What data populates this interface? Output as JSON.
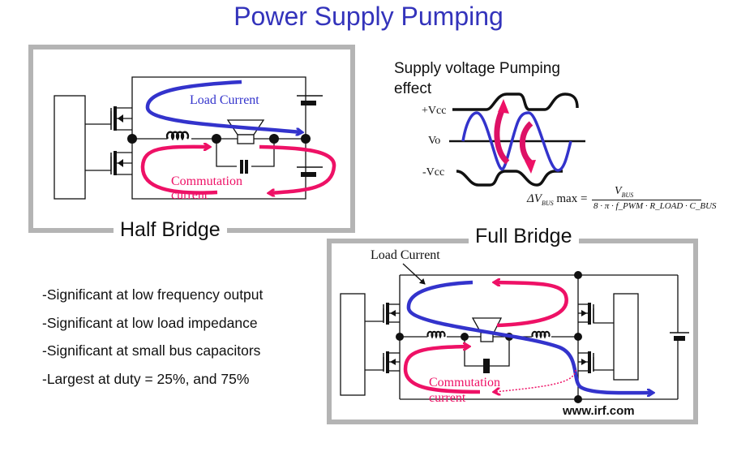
{
  "title": "Power Supply Pumping",
  "half_bridge": {
    "label": "Half Bridge",
    "load_current_label": "Load Current",
    "commutation_label_line1": "Commutation",
    "commutation_label_line2": "current"
  },
  "pumping_effect": {
    "heading": "Supply voltage Pumping effect",
    "label_plus_vcc": "+Vcc",
    "label_vo": "Vo",
    "label_minus_vcc": "-Vcc",
    "formula_lhs": "ΔV",
    "formula_lhs_sub": "BUS",
    "formula_lhs_suffix": "max =",
    "formula_numerator": "V",
    "formula_numerator_sub": "BUS",
    "formula_denominator": "8 · π · f_PWM · R_LOAD · C_BUS"
  },
  "full_bridge": {
    "label": "Full Bridge",
    "load_current_label": "Load Current",
    "commutation_label_line1": "Commutation",
    "commutation_label_line2": "current",
    "url": "www.irf.com"
  },
  "bullets": [
    "-Significant at low frequency output",
    "-Significant at low load impedance",
    "-Significant at small bus capacitors",
    "-Largest at duty = 25%, and 75%"
  ],
  "colors": {
    "title": "#3333bb",
    "load_current": "#3333cc",
    "commutation": "#ee1166",
    "frame": "#b4b4b4"
  }
}
